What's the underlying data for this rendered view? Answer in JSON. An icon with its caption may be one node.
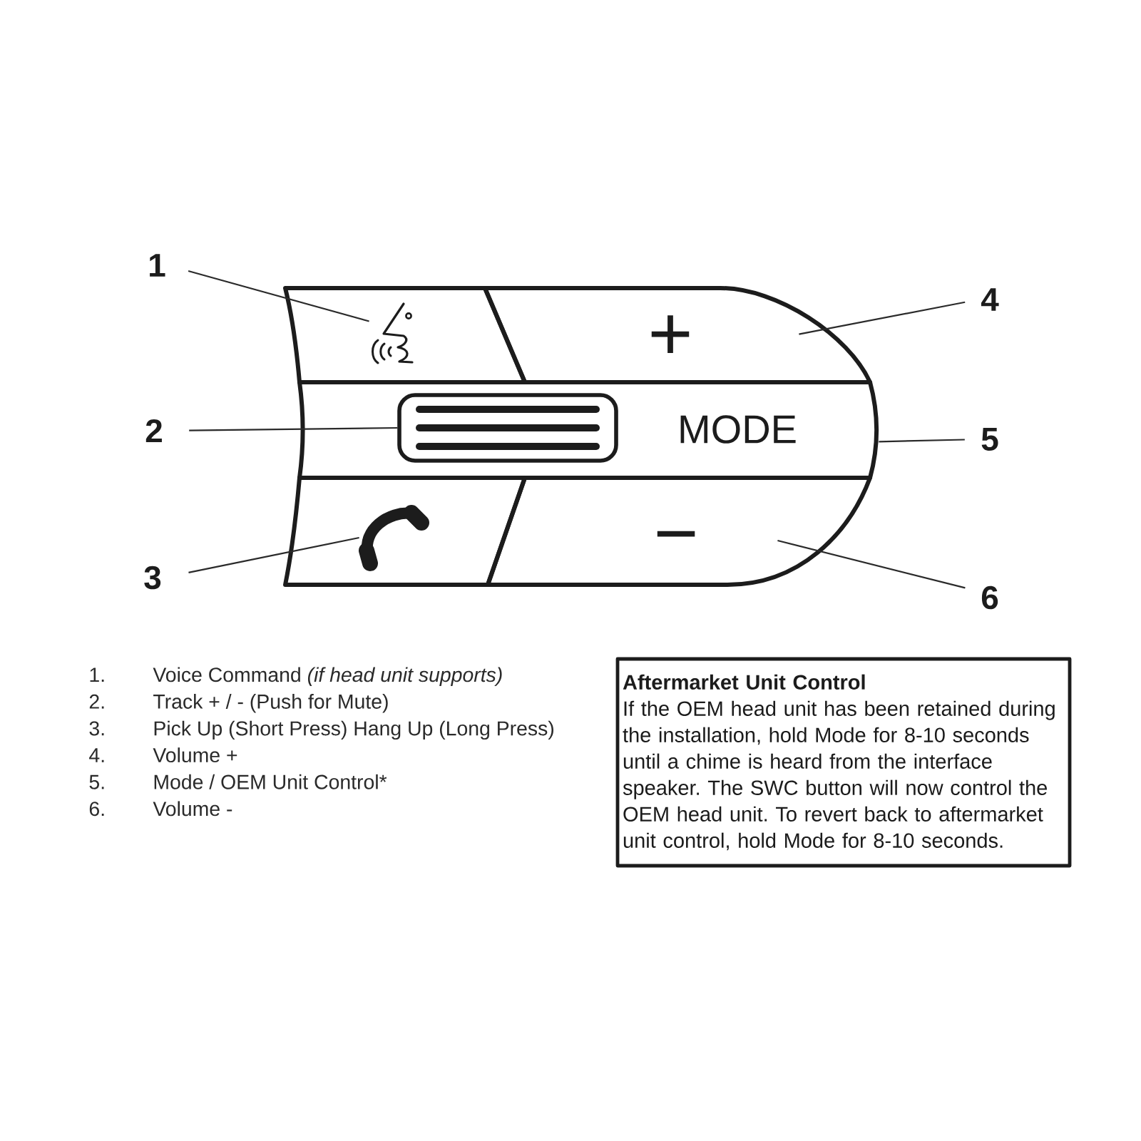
{
  "diagram": {
    "nodes": [
      {
        "text": [
          "1"
        ]
      },
      {
        "text": [
          "2"
        ]
      },
      {
        "text": [
          "3"
        ]
      },
      {
        "text": [
          "4"
        ]
      },
      {
        "text": [
          "5"
        ]
      },
      {
        "text": [
          "6"
        ]
      },
      {
        "text": [],
        "shape": "box"
      },
      {
        "text": [],
        "shape": "picture",
        "in": 6
      },
      {
        "text": [
          "+"
        ]
      },
      {
        "text": [
          "MODE"
        ]
      },
      {
        "text": [],
        "shape": "box",
        "in": 9
      },
      {
        "text": [],
        "shape": "box"
      },
      {
        "text": [],
        "shape": "picture",
        "in": 11
      },
      {
        "text": [
          "−"
        ]
      },
      {
        "text": [
          "Aftermarket Unit Control",
          "If the OEM head unit has been retained during the installation, hold Mode for 8-10 seconds until a chime is heard from the interface speaker. The SWC button will now control the OEM head unit. To revert back to aftermarket unit control, hold Mode for 8-10 seconds."
        ]
      }
    ],
    "edges": [
      {
        "from": 0,
        "to": 7,
        "arrow": "none"
      },
      {
        "from": 1,
        "to": 10,
        "arrow": "none"
      },
      {
        "from": 2,
        "to": 12,
        "arrow": "none"
      },
      {
        "from": 3,
        "to": 8,
        "arrow": "none"
      },
      {
        "from": 4,
        "to": 9,
        "arrow": "none"
      },
      {
        "from": 5,
        "to": 13,
        "arrow": "none"
      }
    ],
    "labels": [
      "1.",
      "Voice Command *(if head unit supports)*",
      "2.",
      "Track + / - (Push for Mute)",
      "3.",
      "Pick Up (Short Press) Hang Up (Long Press)",
      "4.",
      "Volume +",
      "5.",
      "Mode / OEM Unit Control*",
      "6.",
      "Volume -"
    ]
  }
}
